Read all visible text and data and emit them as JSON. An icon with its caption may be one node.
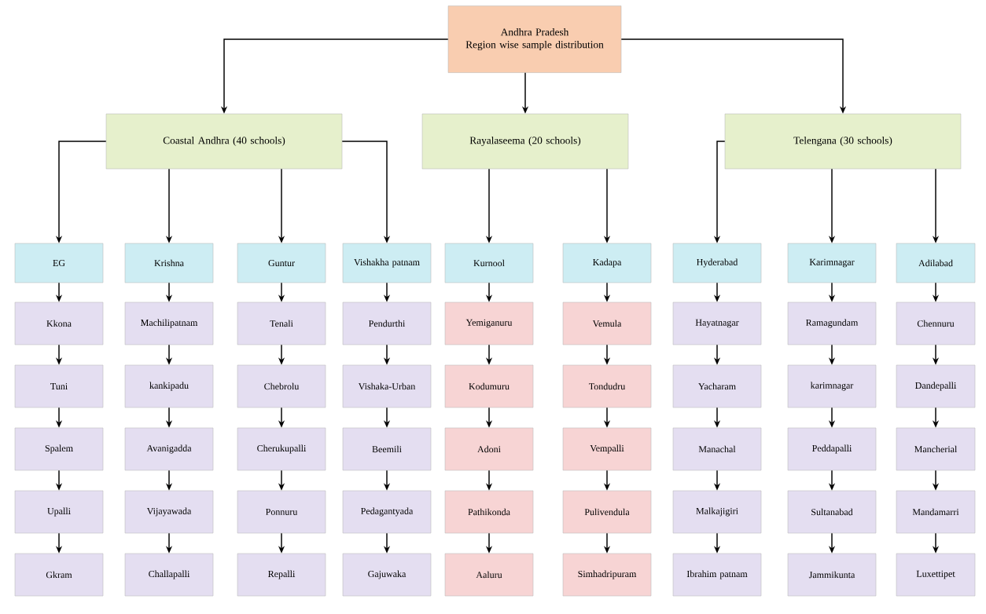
{
  "diagram": {
    "nodes": [
      {
        "text": [
          "Andhra Pradesh",
          "Region wise sample distribution"
        ]
      },
      {
        "text": [
          "Coastal Andhra (40 schools)"
        ]
      },
      {
        "text": [
          "Rayalaseema (20 schools)"
        ]
      },
      {
        "text": [
          "Telengana (30 schools)"
        ]
      },
      {
        "text": [
          "EG"
        ]
      },
      {
        "text": [
          "Krishna"
        ]
      },
      {
        "text": [
          "Guntur"
        ]
      },
      {
        "text": [
          "Vishakha patnam"
        ]
      },
      {
        "text": [
          "Kurnool"
        ]
      },
      {
        "text": [
          "Kadapa"
        ]
      },
      {
        "text": [
          "Hyderabad"
        ]
      },
      {
        "text": [
          "Karimnagar"
        ]
      },
      {
        "text": [
          "Adilabad"
        ]
      },
      {
        "text": [
          "Kkona"
        ]
      },
      {
        "text": [
          "Tuni"
        ]
      },
      {
        "text": [
          "Spalem"
        ]
      },
      {
        "text": [
          "Upalli"
        ]
      },
      {
        "text": [
          "Gkram"
        ]
      },
      {
        "text": [
          "Machilipatnam"
        ]
      },
      {
        "text": [
          "kankipadu"
        ]
      },
      {
        "text": [
          "Avanigadda"
        ]
      },
      {
        "text": [
          "Vijayawada"
        ]
      },
      {
        "text": [
          "Challapalli"
        ]
      },
      {
        "text": [
          "Tenali"
        ]
      },
      {
        "text": [
          "Chebrolu"
        ]
      },
      {
        "text": [
          "Cherukupalli"
        ]
      },
      {
        "text": [
          "Ponnuru"
        ]
      },
      {
        "text": [
          "Repalli"
        ]
      },
      {
        "text": [
          "Pendurthi"
        ]
      },
      {
        "text": [
          "Vishaka-Urban"
        ]
      },
      {
        "text": [
          "Beemili"
        ]
      },
      {
        "text": [
          "Pedagantyada"
        ]
      },
      {
        "text": [
          "Gajuwaka"
        ]
      },
      {
        "text": [
          "Yemiganuru"
        ]
      },
      {
        "text": [
          "Kodumuru"
        ]
      },
      {
        "text": [
          "Adoni"
        ]
      },
      {
        "text": [
          "Pathikonda"
        ]
      },
      {
        "text": [
          "Aaluru"
        ]
      },
      {
        "text": [
          "Vemula"
        ]
      },
      {
        "text": [
          "Tondudru"
        ]
      },
      {
        "text": [
          "Vempalli"
        ]
      },
      {
        "text": [
          "Pulivendula"
        ]
      },
      {
        "text": [
          "Simhadripuram"
        ]
      },
      {
        "text": [
          "Hayatnagar"
        ]
      },
      {
        "text": [
          "Yacharam"
        ]
      },
      {
        "text": [
          "Manachal"
        ]
      },
      {
        "text": [
          "Malkajigiri"
        ]
      },
      {
        "text": [
          "Ibrahim patnam"
        ]
      },
      {
        "text": [
          "Ramagundam"
        ]
      },
      {
        "text": [
          "karimnagar"
        ]
      },
      {
        "text": [
          "Peddapalli"
        ]
      },
      {
        "text": [
          "Sultanabad"
        ]
      },
      {
        "text": [
          "Jammikunta"
        ]
      },
      {
        "text": [
          "Chennuru"
        ]
      },
      {
        "text": [
          "Dandepalli"
        ]
      },
      {
        "text": [
          "Mancherial"
        ]
      },
      {
        "text": [
          "Mandamarri"
        ]
      },
      {
        "text": [
          "Luxettipet"
        ]
      }
    ],
    "edges": [
      {
        "from": 0,
        "to": 1,
        "arrow": "to"
      },
      {
        "from": 0,
        "to": 2,
        "arrow": "to"
      },
      {
        "from": 0,
        "to": 3,
        "arrow": "to"
      },
      {
        "from": 1,
        "to": 4,
        "arrow": "to"
      },
      {
        "from": 1,
        "to": 5,
        "arrow": "to"
      },
      {
        "from": 1,
        "to": 6,
        "arrow": "to"
      },
      {
        "from": 1,
        "to": 7,
        "arrow": "to"
      },
      {
        "from": 2,
        "to": 8,
        "arrow": "to"
      },
      {
        "from": 2,
        "to": 9,
        "arrow": "to"
      },
      {
        "from": 3,
        "to": 10,
        "arrow": "to"
      },
      {
        "from": 3,
        "to": 11,
        "arrow": "to"
      },
      {
        "from": 3,
        "to": 12,
        "arrow": "to"
      },
      {
        "from": 4,
        "to": 13,
        "arrow": "to"
      },
      {
        "from": 13,
        "to": 14,
        "arrow": "to"
      },
      {
        "from": 14,
        "to": 15,
        "arrow": "to"
      },
      {
        "from": 15,
        "to": 16,
        "arrow": "to"
      },
      {
        "from": 16,
        "to": 17,
        "arrow": "to"
      },
      {
        "from": 5,
        "to": 18,
        "arrow": "to"
      },
      {
        "from": 18,
        "to": 19,
        "arrow": "to"
      },
      {
        "from": 19,
        "to": 20,
        "arrow": "to"
      },
      {
        "from": 20,
        "to": 21,
        "arrow": "to"
      },
      {
        "from": 21,
        "to": 22,
        "arrow": "to"
      },
      {
        "from": 6,
        "to": 23,
        "arrow": "to"
      },
      {
        "from": 23,
        "to": 24,
        "arrow": "to"
      },
      {
        "from": 24,
        "to": 25,
        "arrow": "to"
      },
      {
        "from": 25,
        "to": 26,
        "arrow": "to"
      },
      {
        "from": 26,
        "to": 27,
        "arrow": "to"
      },
      {
        "from": 7,
        "to": 28,
        "arrow": "to"
      },
      {
        "from": 28,
        "to": 29,
        "arrow": "to"
      },
      {
        "from": 29,
        "to": 30,
        "arrow": "to"
      },
      {
        "from": 30,
        "to": 31,
        "arrow": "to"
      },
      {
        "from": 31,
        "to": 32,
        "arrow": "to"
      },
      {
        "from": 8,
        "to": 33,
        "arrow": "to"
      },
      {
        "from": 33,
        "to": 34,
        "arrow": "to"
      },
      {
        "from": 34,
        "to": 35,
        "arrow": "to"
      },
      {
        "from": 35,
        "to": 36,
        "arrow": "to"
      },
      {
        "from": 36,
        "to": 37,
        "arrow": "to"
      },
      {
        "from": 9,
        "to": 38,
        "arrow": "to"
      },
      {
        "from": 38,
        "to": 39,
        "arrow": "to"
      },
      {
        "from": 39,
        "to": 40,
        "arrow": "to"
      },
      {
        "from": 40,
        "to": 41,
        "arrow": "to"
      },
      {
        "from": 41,
        "to": 42,
        "arrow": "to"
      },
      {
        "from": 10,
        "to": 43,
        "arrow": "to"
      },
      {
        "from": 43,
        "to": 44,
        "arrow": "to"
      },
      {
        "from": 44,
        "to": 45,
        "arrow": "to"
      },
      {
        "from": 45,
        "to": 46,
        "arrow": "to"
      },
      {
        "from": 46,
        "to": 47,
        "arrow": "to"
      },
      {
        "from": 11,
        "to": 48,
        "arrow": "to"
      },
      {
        "from": 48,
        "to": 49,
        "arrow": "to"
      },
      {
        "from": 49,
        "to": 50,
        "arrow": "to"
      },
      {
        "from": 50,
        "to": 51,
        "arrow": "to"
      },
      {
        "from": 51,
        "to": 52,
        "arrow": "to"
      },
      {
        "from": 12,
        "to": 53,
        "arrow": "to"
      },
      {
        "from": 53,
        "to": 54,
        "arrow": "to"
      },
      {
        "from": 54,
        "to": 55,
        "arrow": "to"
      },
      {
        "from": 55,
        "to": 56,
        "arrow": "to"
      },
      {
        "from": 56,
        "to": 57,
        "arrow": "to"
      }
    ]
  }
}
